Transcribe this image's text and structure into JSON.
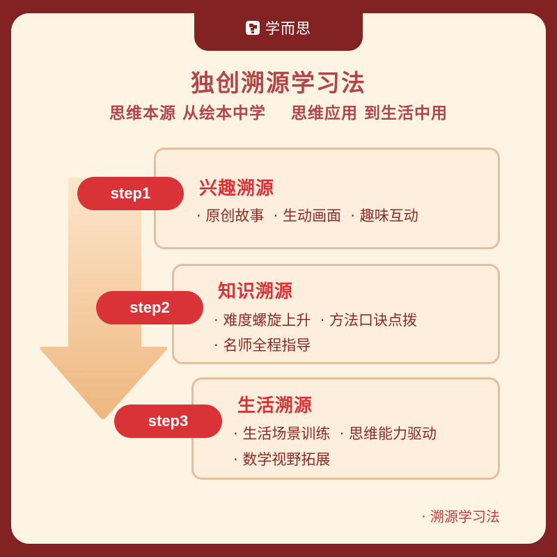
{
  "brand": {
    "name": "学而思",
    "logo_icon": "brand-logo-icon"
  },
  "header": {
    "title": "独创溯源学习法",
    "subtitle": "思维本源 从绘本中学    思维应用 到生活中用"
  },
  "colors": {
    "frame": "#822222",
    "panel": "#fdf4e3",
    "card_bg": "#fdeede",
    "card_border": "#e3bf9e",
    "accent_red": "#d93338",
    "title_red": "#b0454a",
    "body_text": "#8a2b24",
    "arrow_top": "#fde2c4",
    "arrow_bottom": "#efbb85"
  },
  "steps": [
    {
      "label": "step1",
      "title": "兴趣溯源",
      "lines": [
        "· 原创故事  · 生动画面  · 趣味互动"
      ]
    },
    {
      "label": "step2",
      "title": "知识溯源",
      "lines": [
        "· 难度螺旋上升  · 方法口诀点拨",
        "· 名师全程指导"
      ]
    },
    {
      "label": "step3",
      "title": "生活溯源",
      "lines": [
        "· 生活场景训练  · 思维能力驱动",
        "· 数学视野拓展"
      ]
    }
  ],
  "footer": {
    "note": "· 溯源学习法"
  }
}
